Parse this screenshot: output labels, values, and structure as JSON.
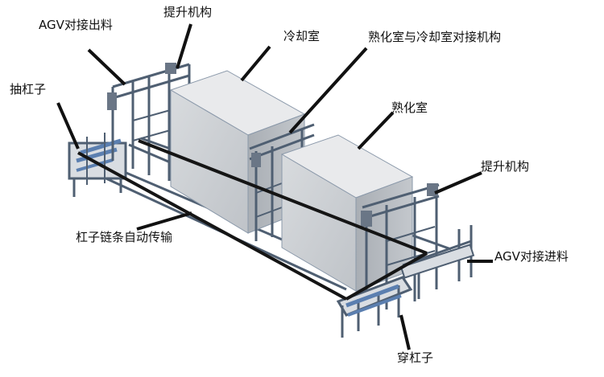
{
  "labels": {
    "agv_out": "AGV对接出料",
    "lift_left": "提升机构",
    "cooling_room": "冷却室",
    "docking_mech": "熟化室与冷却室对接机构",
    "pull_rod": "抽杠子",
    "curing_room": "熟化室",
    "lift_right": "提升机构",
    "chain_conveyor": "杠子链条自动传输",
    "agv_in": "AGV对接进料",
    "insert_rod": "穿杠子"
  },
  "colors": {
    "frame": "#4f5f72",
    "frame_light": "#8b99aa",
    "chamber_front": "#cfd2d6",
    "chamber_side": "#aeb2b8",
    "chamber_top": "#e9eaec",
    "chain": "#151515",
    "leader": "#111111",
    "blue_part": "#5b7fb0"
  }
}
